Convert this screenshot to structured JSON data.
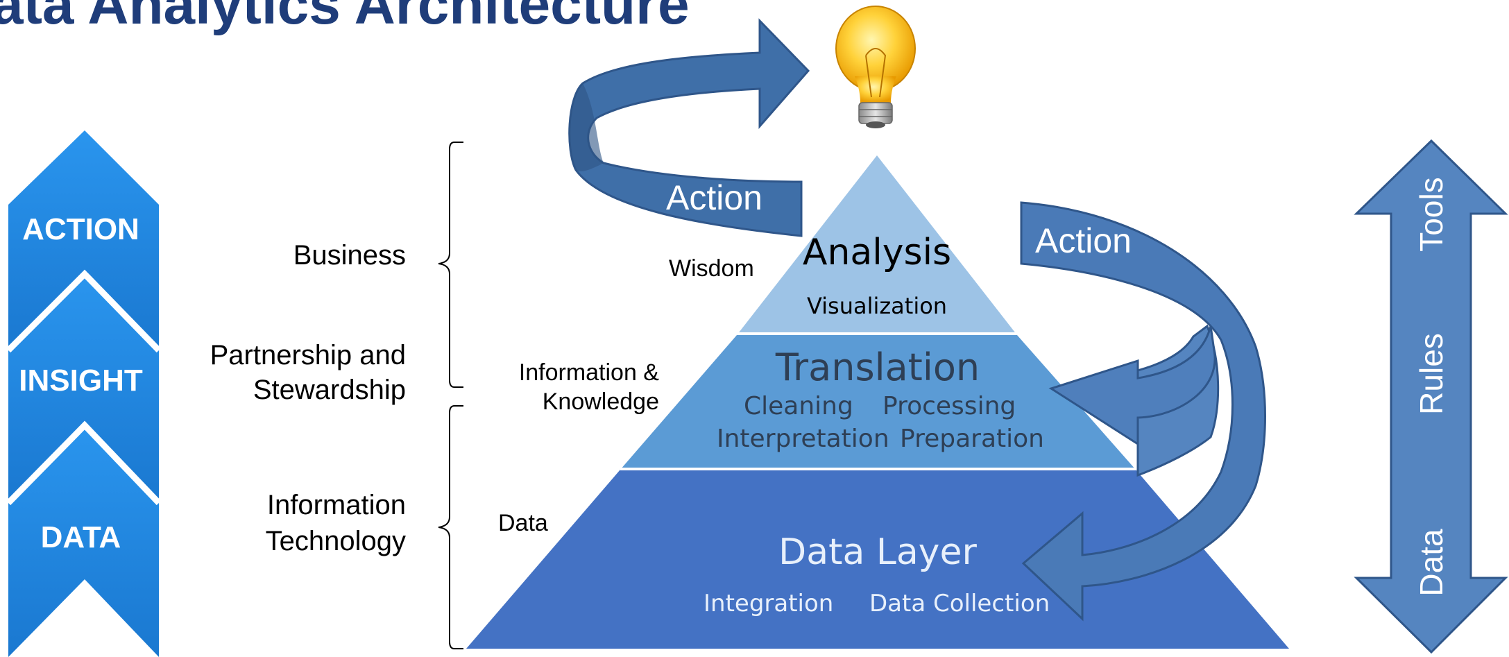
{
  "title": "ata Analytics Architecture",
  "chevrons": [
    "ACTION",
    "INSIGHT",
    "DATA"
  ],
  "left_labels": {
    "business": "Business",
    "partnership_line1": "Partnership and",
    "partnership_line2": "Stewardship",
    "it_line1": "Information",
    "it_line2": "Technology"
  },
  "side_labels": {
    "wisdom": "Wisdom",
    "info_line1": "Information &",
    "info_line2": "Knowledge",
    "data": "Data"
  },
  "pyramid": {
    "top": {
      "title": "Analysis",
      "sub": "Visualization"
    },
    "middle": {
      "title": "Translation",
      "items": [
        "Cleaning",
        "Processing",
        "Interpretation",
        "Preparation"
      ]
    },
    "bottom": {
      "title": "Data Layer",
      "items": [
        "Integration",
        "Data Collection"
      ]
    }
  },
  "arrows": {
    "action_left": "Action",
    "action_right": "Action"
  },
  "right_axis": [
    "Tools",
    "Rules",
    "Data"
  ],
  "colors": {
    "title": "#1f3d7a",
    "chevron": "#1e88e5",
    "pyramid_top": "#9dc3e6",
    "pyramid_middle": "#5b9bd5",
    "pyramid_bottom": "#4472c4",
    "arrow": "#4a7ab7",
    "double_arrow": "#5585c0"
  },
  "icons": {
    "lightbulb": "lightbulb-icon"
  }
}
